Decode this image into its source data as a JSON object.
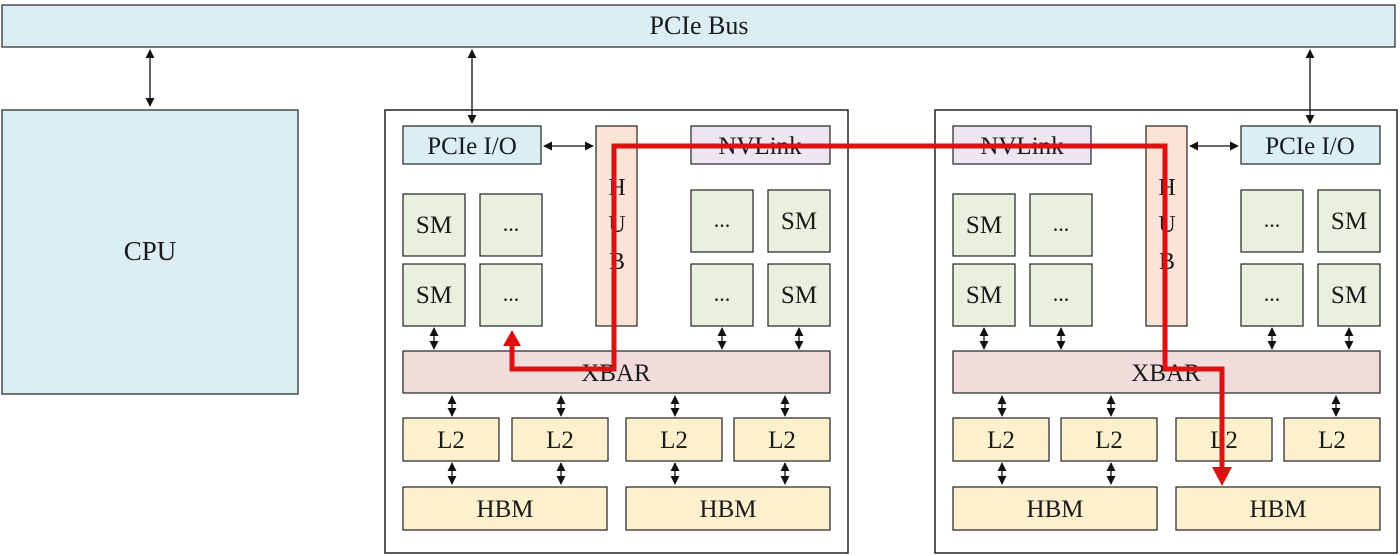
{
  "labels": {
    "pcie_bus": "PCIe Bus",
    "cpu": "CPU",
    "pcie_io": "PCIe I/O",
    "nvlink": "NVLink",
    "hub": [
      "H",
      "U",
      "B"
    ],
    "sm": "SM",
    "ellipsis": "...",
    "xbar": "XBAR",
    "l2": "L2",
    "hbm": "HBM"
  },
  "colors": {
    "pcie_blue": "#dbeef4",
    "cpu_blue": "#dbeef4",
    "sm_green": "#e8f0de",
    "hub_orange": "#fbe3d6",
    "nvlink_purple": "#ede6f1",
    "xbar_pink": "#f2dcdb",
    "memory_yellow": "#fdf0cd",
    "highlight_route": "#dd1111"
  },
  "gpus": [
    {
      "id": "gpu-left",
      "orientation": "pcie-left"
    },
    {
      "id": "gpu-right",
      "orientation": "pcie-right"
    }
  ],
  "highlighted_path": "SM (left GPU) ← XBAR ← HUB ← NVLink ↔ NVLink → HUB → XBAR → L2 → HBM (right GPU)"
}
